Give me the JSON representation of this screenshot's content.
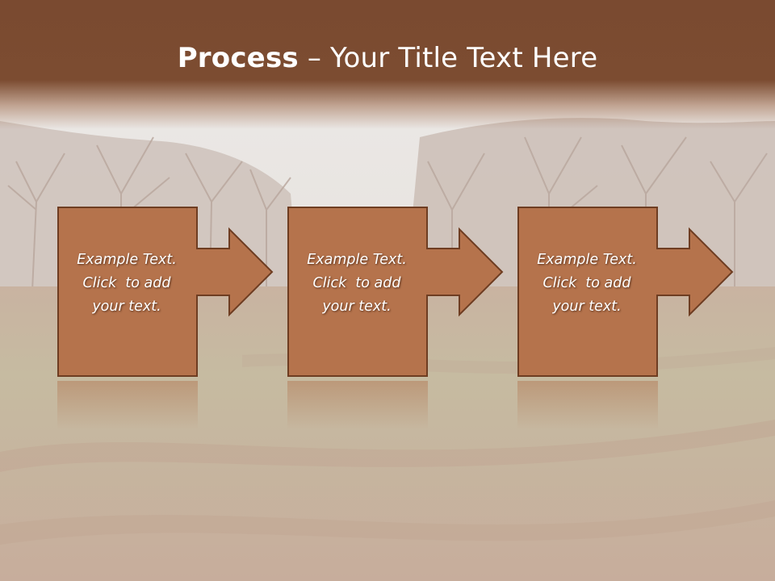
{
  "slide": {
    "title_bold": "Process",
    "title_rest": " – Your Title Text Here"
  },
  "steps": [
    {
      "line1": "Example Text.",
      "line2": "Click  to add",
      "line3": "your text."
    },
    {
      "line1": "Example Text.",
      "line2": "Click  to add",
      "line3": "your text."
    },
    {
      "line1": "Example Text.",
      "line2": "Click  to add",
      "line3": "your text."
    }
  ],
  "colors": {
    "header": "#7a4a30",
    "box_fill": "#b5734c",
    "box_stroke": "#6e3d22"
  },
  "icons": [
    "arrow-right-icon"
  ]
}
